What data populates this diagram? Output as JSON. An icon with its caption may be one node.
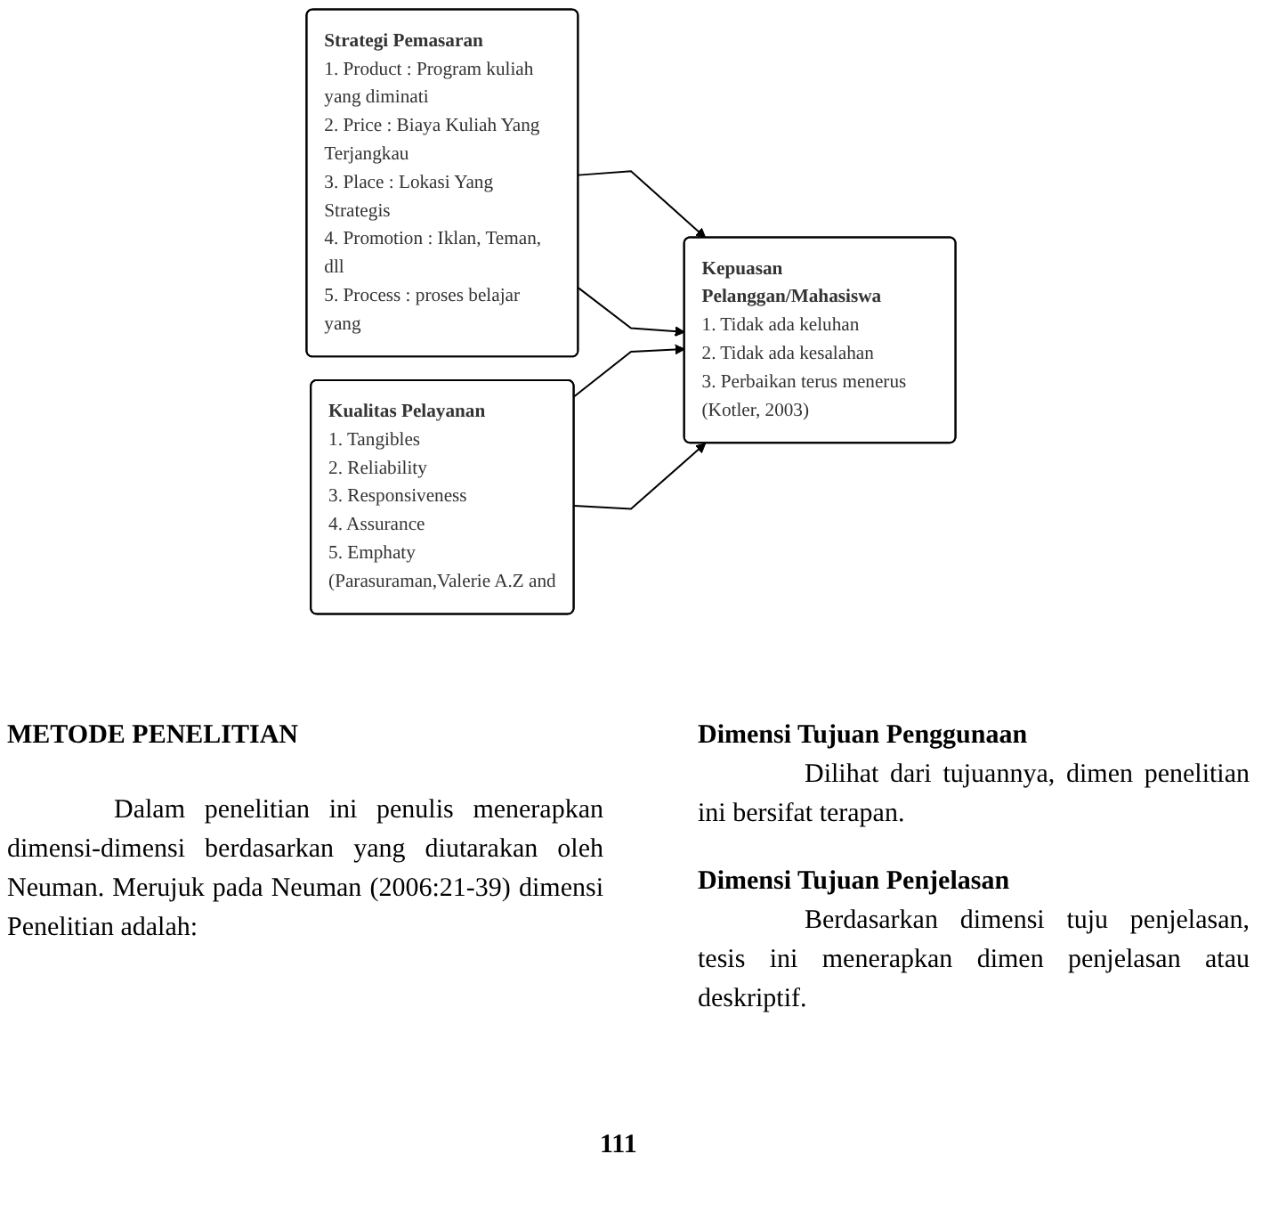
{
  "diagram": {
    "nodes": [
      {
        "text": [
          "Strategi Pemasaran",
          "1. Product : Program kuliah yang diminati",
          "2. Price : Biaya Kuliah Yang Terjangkau",
          "3. Place : Lokasi Yang Strategis",
          "4. Promotion : Iklan, Teman, dll",
          "5. Process : proses belajar yang"
        ]
      },
      {
        "text": [
          "Kualitas Pelayanan",
          "1. Tangibles",
          "2. Reliability",
          "3. Responsiveness",
          "4. Assurance",
          "5. Emphaty",
          "(Parasuraman,Valerie A.Z and"
        ]
      },
      {
        "text": [
          "Kepuasan Pelanggan/Mahasiswa",
          "1. Tidak ada keluhan",
          "2. Tidak ada kesalahan",
          "3. Perbaikan terus menerus",
          "(Kotler, 2003)"
        ]
      }
    ],
    "edges": [
      {
        "from": 0,
        "to": 2,
        "arrow": "to"
      },
      {
        "from": 0,
        "to": 2,
        "arrow": "to"
      },
      {
        "from": 1,
        "to": 2,
        "arrow": "to"
      },
      {
        "from": 1,
        "to": 2,
        "arrow": "to"
      }
    ],
    "labels": [
      "METODE PENELITIAN",
      "Dalam penelitian ini penulis menerapkan dimensi-dimensi berdasarkan yang diutarakan oleh Neuman. Merujuk pada Neuman (2006:21-39) dimensi Penelitian adalah:",
      "Dimensi Tujuan Penggunaan",
      "Dilihat dari tujuannya, dimen penelitian ini bersifat terapan.",
      "Dimensi Tujuan Penjelasan",
      "Berdasarkan dimensi tuju penjelasan, tesis ini menerapkan dimen penjelasan atau deskriptif.",
      "111"
    ]
  }
}
